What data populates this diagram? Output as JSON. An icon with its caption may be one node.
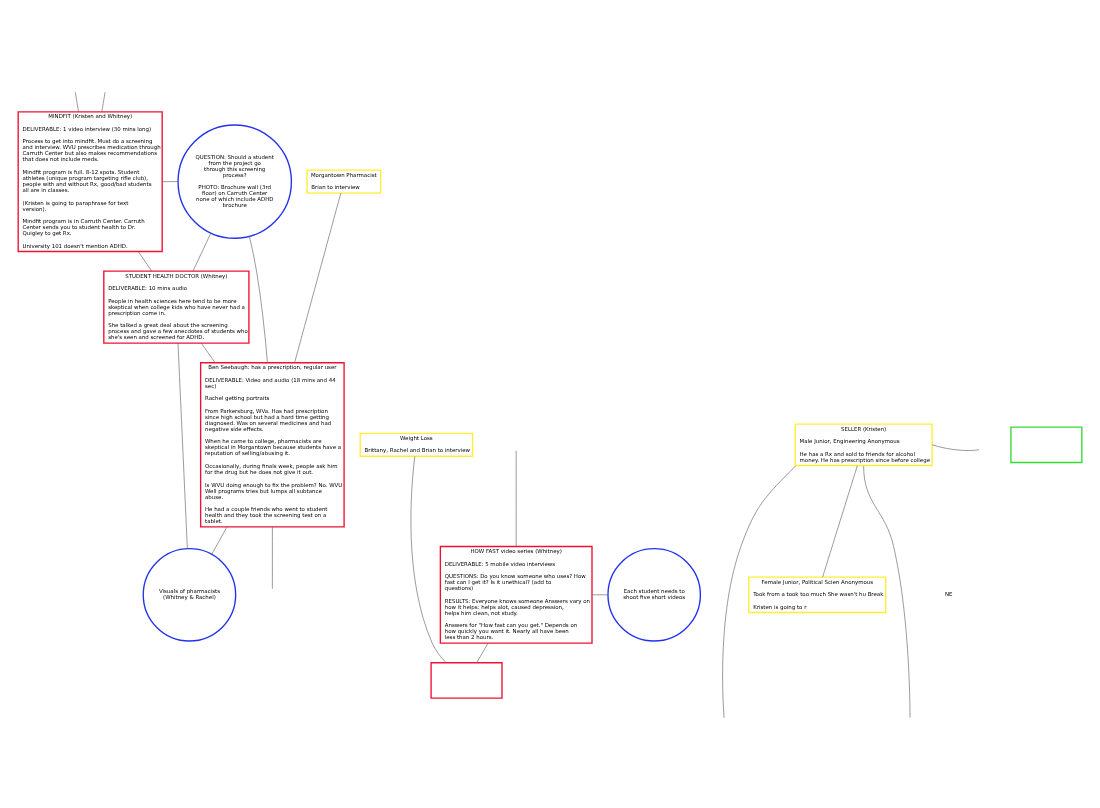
{
  "diagram": {
    "nodes": [
      {
        "text": [
          "MINDFIT (Kristen and Whitney)",
          "DELIVERABLE: 1 video interview (30 mins long)",
          "Process to get into mindfit. Must do a screening and interview. WVU prescribes medication through Carruth Center but also makes recommendations that does not include meds.",
          "Mindfit program is full. 8-12 spots. Student athletes (unique program targeting rifle club), people with and without Rx, good/bad students all are in classes.",
          "(Kristen is going to paraphrase for text version).",
          "Mindfit program is in Carruth Center. Carruth Center sends you to student health to Dr. Quigley to get Rx.",
          "University 101 doesn't mention ADHD."
        ]
      },
      {
        "text": [
          "QUESTION: Should a student from the project go through this screening process?",
          "PHOTO: Brochure wall (3rd floor) on Carruth Center none of which include ADHD brochure"
        ]
      },
      {
        "text": [
          "Morgantown Pharmacist",
          "Brian to interview"
        ]
      },
      {
        "text": [
          "Ben Seebaugh: has a prescription, regular user",
          "DELIVERABLE: Video and audio (18 mins and 44 sec)",
          "Rachel getting portraits",
          "From Parkersburg, WVa. Has had prescription since high school but had a hard time getting diagnosed. Was on several medicines and had negative side effects.",
          "When he came to college, pharmacists are skeptical in Morgantown because students have a reputation of selling/abusing it.",
          "Occasionally, during finals week, people ask him for the drug but he does not give it out.",
          "Is WVU doing enough to fix the problem? No. WVU Well programs tries but lumps all subtance abuse.",
          "He had a couple friends who went to student health and they took the screening test on a tablet."
        ]
      },
      {
        "text": [
          "STUDENT HEALTH DOCTOR (Whitney)",
          "DELIVERABLE: 10 mins audio",
          "People in health sciences here tend to be more skeptical when college kids who have never had a prescription come in.",
          "She talked a great deal about the screening process and gave a few anecdotes of students who she's seen and screened for ADHD."
        ]
      },
      {
        "text": [
          "HOW FAST video series (Whitney)",
          "DELIVERABLE: 5 mobile video interviews",
          "QUESTIONS: Do you know someone who uses? How fast can I get it? Is it unethical? (add to questions)",
          "RESULTS: Everyone knows someone Answers vary on how it helps: helps alot, caused depression, helps him clean, not study.",
          "Answers for \"How fast can you get.\" Depends on how quickly you want it. Nearly all have been less than 2 hours."
        ]
      },
      {
        "text": [
          "Each student needs to shoot five short videos"
        ]
      },
      {
        "text": [
          "Visuals of pharmacists (Whitney & Rachel)"
        ]
      },
      {
        "text": [
          "Female Junior, Political Scien Anonymous",
          "Took from a took too much She wasn't hu Break",
          "Kristen is going to r"
        ]
      },
      {
        "text": [
          "Weight Loss",
          "Brittany, Rachel and Brian to interview"
        ]
      },
      {
        "text": [
          "SELLER (Kristen)",
          "Male Junior, Engineering Anonymous",
          "He has a Rx and sold to friends for alcohol money. He has prescription since before college"
        ]
      },
      {
        "text": [],
        "shape": "box"
      },
      {
        "text": [],
        "shape": "box"
      }
    ],
    "edges": [
      {
        "from": null,
        "to": 0,
        "arrow": "none"
      },
      {
        "from": null,
        "to": 0,
        "arrow": "none"
      },
      {
        "from": 0,
        "to": 1,
        "arrow": "none"
      },
      {
        "from": 0,
        "to": 4,
        "arrow": "none"
      },
      {
        "from": 1,
        "to": 4,
        "arrow": "none"
      },
      {
        "from": 1,
        "to": 3,
        "arrow": "none"
      },
      {
        "from": 2,
        "to": 3,
        "arrow": "none"
      },
      {
        "from": 4,
        "to": 3,
        "arrow": "none"
      },
      {
        "from": 3,
        "to": null,
        "arrow": "none"
      },
      {
        "from": 4,
        "to": 7,
        "arrow": "none"
      },
      {
        "from": 3,
        "to": 7,
        "arrow": "none"
      },
      {
        "from": null,
        "to": 5,
        "arrow": "none"
      },
      {
        "from": 5,
        "to": 6,
        "arrow": "none"
      },
      {
        "from": 5,
        "to": 12,
        "arrow": "none"
      },
      {
        "from": 9,
        "to": 12,
        "arrow": "none"
      },
      {
        "from": 10,
        "to": null,
        "arrow": "none"
      },
      {
        "from": 10,
        "to": 8,
        "arrow": "none"
      },
      {
        "from": 10,
        "to": null,
        "arrow": "none"
      },
      {
        "from": 10,
        "to": null,
        "arrow": "none"
      }
    ],
    "labels": [
      "NE"
    ]
  }
}
